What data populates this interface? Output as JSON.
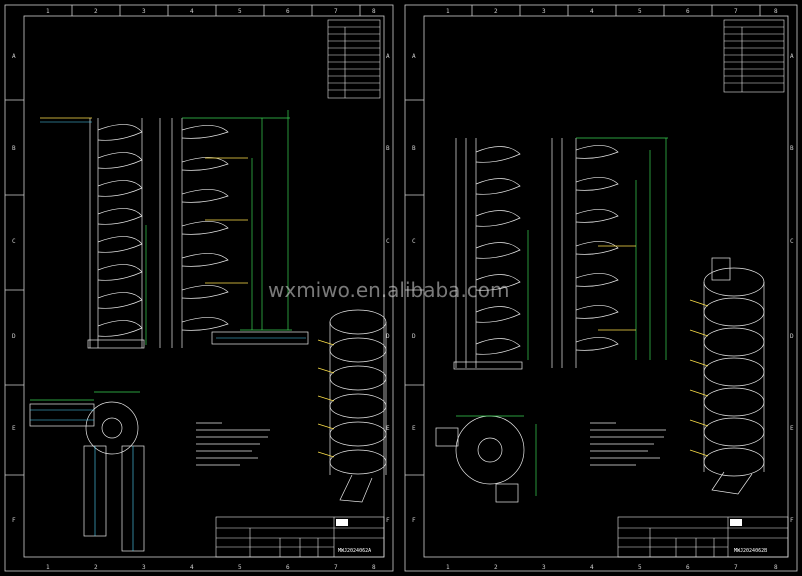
{
  "watermark": "wxmiwo.en.alibaba.com",
  "grid_columns": [
    "1",
    "2",
    "3",
    "4",
    "5",
    "6",
    "7",
    "8"
  ],
  "grid_rows": [
    "A",
    "B",
    "C",
    "D",
    "E",
    "F"
  ],
  "colors": {
    "background": "#000000",
    "frame": "#cfcfcf",
    "dimension": "#39d353",
    "part": "#e8e8e8",
    "marker": "#ffe24a"
  },
  "sheets": [
    {
      "id": "left",
      "drawing_number": "MWJ2024062A"
    },
    {
      "id": "right",
      "drawing_number": "MWJ2024062B"
    }
  ]
}
